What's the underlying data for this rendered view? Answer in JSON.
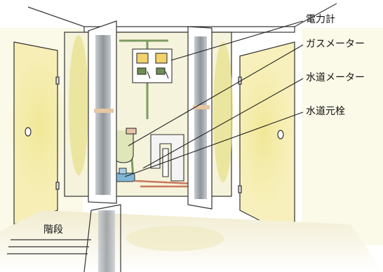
{
  "labels": {
    "meter_power": "電力計",
    "meter_gas": "ガスメーター",
    "meter_water": "水道メーター",
    "valve_main": "水道元栓",
    "stairs": "階段"
  },
  "colors": {
    "wall_yellow": "#e9e27a",
    "door_gray": "#9ea3a8",
    "pipe_green": "#7c9b62",
    "line": "#2a2a2a",
    "valve_blue": "#7fb6d6",
    "pipe_red": "#c9785c"
  }
}
